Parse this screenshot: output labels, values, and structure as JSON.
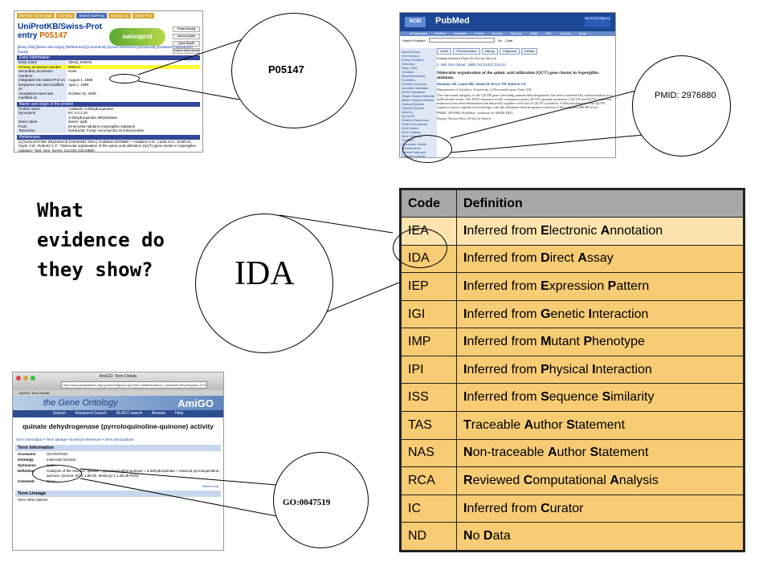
{
  "uniprot": {
    "tabs": [
      "ExPASy Home page",
      "Site Map",
      "Search ExPASy",
      "Contact us",
      "Swiss-Prot"
    ],
    "title_line1": "UniProtKB/Swiss-Prot",
    "title_line2_prefix": "entry",
    "entry_id": "P05147",
    "logo": "swissprot",
    "right_buttons": [
      "Printer-friendly",
      "Submit update",
      "Quick BlastP",
      "Feature table viewer"
    ],
    "nav_links": "[Entry info] [Name and origin] [References] [Comments] [Cross-references] [Keywords] [Features] [Sequence]",
    "nav_links2": "[Tools]",
    "section1": "Entry information",
    "entry_rows": [
      {
        "k": "Entry name",
        "v": "3DHQ_EMENI"
      },
      {
        "k": "Primary accession number",
        "v": "P05147"
      },
      {
        "k": "Secondary accession numbers",
        "v": "None"
      },
      {
        "k": "Integrated into Swiss-Prot on",
        "v": "August 1, 1988"
      },
      {
        "k": "Sequence was last modified on",
        "v": "April 1, 1990"
      },
      {
        "k": "Annotations were last modified on",
        "v": "October 31, 2006"
      }
    ],
    "section2": "Name and origin of the protein",
    "name_rows": [
      {
        "k": "Protein name",
        "v": "Catabolic 3-dehydroquinase"
      },
      {
        "k": "Synonyms",
        "v": "EC 4.2.1.10"
      },
      {
        "k": "",
        "v": "3-dehydroquinate dehydratase"
      },
      {
        "k": "Gene name",
        "v": "Name: qutE"
      },
      {
        "k": "From",
        "v": "Emericella nidulans (Aspergillus nidulans)"
      },
      {
        "k": "Taxonomy",
        "v": "Eukaryota; Fungi; Ascomycota; Eurotiomycetes"
      }
    ],
    "section3": "References",
    "ref_text": "[1] NUCLEOTIDE SEQUENCE [GENOMIC DNA]. PubMed=2976880 — Hawkins A.R., Lamb H.K., Smith M., Keyte J.W., Roberts C.F.; \"Molecular organisation of the quinic acid utilization (QUT) gene cluster in Aspergillus nidulans.\" Mol. Gen. Genet. 214:224-231(1988)."
  },
  "pubmed": {
    "ncbi": "NCBI",
    "logo": "PubMed",
    "top_right": "My NCBI [Sign In]",
    "menu": [
      "All Databases",
      "PubMed",
      "Nucleotide",
      "Protein",
      "Genome",
      "Structure",
      "OMIM",
      "PMC",
      "Journals",
      "Books"
    ],
    "search_label": "Search PubMed",
    "search_go": "Go",
    "search_clear": "Clear",
    "side_links": [
      "About Entrez",
      "Text Version",
      "Entrez PubMed",
      "Overview",
      "Help | FAQ",
      "Tutorials",
      "New/Noteworthy",
      "E-Utilities",
      "PubMed Services",
      "Journals Database",
      "MeSH Database",
      "Single Citation Matcher",
      "Batch Citation Matcher",
      "Clinical Queries",
      "Special Queries",
      "LinkOut",
      "My NCBI",
      "Related Resources",
      "Order Documents",
      "NLM Mobile",
      "NLM Catalog",
      "NLM Gateway",
      "TOXNET",
      "Consumer Health",
      "Clinical Alerts",
      "ClinicalTrials.gov",
      "PubMed Central"
    ],
    "tabs": [
      "Limits",
      "Preview/Index",
      "History",
      "Clipboard",
      "Details"
    ],
    "display": "Display Abstract  Show 20  Sort by  Send to",
    "citation": "1: Mol Gen Genet. 1988 Oct;214(2):224-31.",
    "article_title": "Molecular organisation of the quinic acid utilization (QUT) gene cluster in Aspergillus nidulans.",
    "authors": "Hawkins AR, Lamb HK, Smith M, Keyte JW, Roberts CF.",
    "affil": "Department of Genetics, University of Newcastle upon Tyne, UK.",
    "abstract": "The functional integrity of the QUTB gene (encoding quinate dehydrogenase) has been confirmed by transformation of a qutB mutant strain. The DNA sequence of the contiguous genes QUTD (quinate permease), QUTB and QUTG (function unknown) has been determined and analysed, together with that of QUTE (catabolic 3-dehydroquinase). The QUTB sequence shows significant homology with the shikimate dehydrogenase function of the complex AROM locus.",
    "pmid": "PMID: 2976880 [PubMed - indexed for MEDLINE]",
    "bottom": "Display Abstract  Show 20  Sort by  Send to"
  },
  "amigo": {
    "window_title": "AmiGO: Term Details",
    "url": "http://www.godatabase.org/cgi-bin/amigo/go.cgi?view=details&search_constraint=terms&query=GO:0047519",
    "tab": "AmiGO: Term Details",
    "banner_go": "the Gene Ontology",
    "banner_amigo": "AmiGO",
    "nav": [
      "Search",
      "Advanced Search",
      "BLAST search",
      "Browse",
      "Help"
    ],
    "term_title": "quinate dehydrogenase (pyrroloquinoline-quinone) activity",
    "term_links": "Term information • Term lineage • External references • Term associations",
    "section_info": "Term Information",
    "rows": [
      {
        "k": "Accession",
        "v": "GO:0047519"
      },
      {
        "k": "Ontology",
        "v": "molecular function"
      },
      {
        "k": "Synonyms",
        "v": "None"
      },
      {
        "k": "Definition",
        "v": "Catalysis of the reaction: quinate + pyrroloquinoline-quinone = 5-dehydroquinate + reduced pyrroloquinoline-quinone. [source: EC:1.1.99.25, MetaCyc:1.1.99.25-RXN]"
      },
      {
        "k": "Comment",
        "v": "None"
      }
    ],
    "back_to_top": "Back to top",
    "section_lineage": "Term Lineage",
    "lineage_sub": "Term View Options"
  },
  "labels": {
    "p05147": "P05147",
    "pmid": "PMID: 2976880",
    "ida": "IDA",
    "go": "GO:0047519"
  },
  "question": "What evidence do they show?",
  "evidence_table": {
    "headers": [
      "Code",
      "Definition"
    ],
    "rows": [
      {
        "code": "IEA",
        "definition": "Inferred from Electronic Annotation"
      },
      {
        "code": "IDA",
        "definition": "Inferred from Direct Assay"
      },
      {
        "code": "IEP",
        "definition": "Inferred from Expression Pattern"
      },
      {
        "code": "IGI",
        "definition": "Inferred from Genetic Interaction"
      },
      {
        "code": "IMP",
        "definition": "Inferred from Mutant Phenotype"
      },
      {
        "code": "IPI",
        "definition": "Inferred from Physical Interaction"
      },
      {
        "code": "ISS",
        "definition": "Inferred from Sequence Similarity"
      },
      {
        "code": "TAS",
        "definition": "Traceable Author Statement"
      },
      {
        "code": "NAS",
        "definition": "Non-traceable Author Statement"
      },
      {
        "code": "RCA",
        "definition": "Reviewed Computational Analysis"
      },
      {
        "code": "IC",
        "definition": "Inferred from Curator"
      },
      {
        "code": "ND",
        "definition": "No Data"
      }
    ],
    "header_color": "#a8a8a8",
    "row_color": "#f8cc74"
  }
}
